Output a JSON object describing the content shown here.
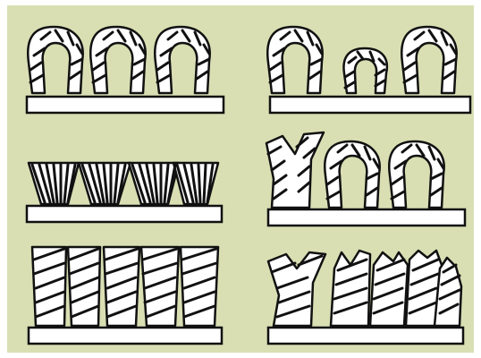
{
  "colors": {
    "background": "#d9dfb3",
    "frame": "#ffffff",
    "ink": "#111111",
    "fill": "#ffffff"
  },
  "panels": [
    {
      "name": "level-loop",
      "icon": "level-loop-pile-icon",
      "tufts": [
        "loop",
        "loop",
        "loop"
      ]
    },
    {
      "name": "multi-level-loop",
      "icon": "multi-level-loop-pile-icon",
      "tufts": [
        "loop",
        "small-loop",
        "loop"
      ]
    },
    {
      "name": "velvet-cut",
      "icon": "velvet-cut-pile-icon",
      "tufts": [
        "brush",
        "brush",
        "brush",
        "brush"
      ]
    },
    {
      "name": "cut-and-loop",
      "icon": "cut-and-loop-pile-icon",
      "tufts": [
        "splayed",
        "loop",
        "loop"
      ]
    },
    {
      "name": "twist-cut",
      "icon": "twist-cut-pile-icon",
      "tufts": [
        "twist",
        "twist",
        "twist",
        "twist",
        "twist"
      ]
    },
    {
      "name": "frieze-cut",
      "icon": "frieze-cut-pile-icon",
      "tufts": [
        "splayed",
        "twist",
        "twist",
        "twist",
        "twist"
      ]
    }
  ]
}
